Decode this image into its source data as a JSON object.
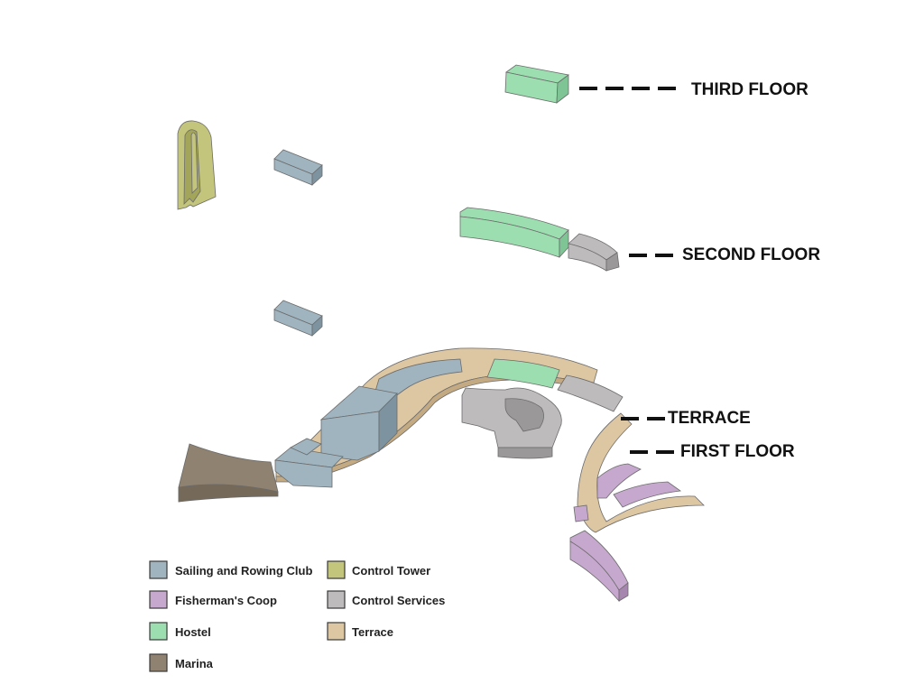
{
  "floor_labels": {
    "third": "THIRD FLOOR",
    "second": "SECOND FLOOR",
    "terrace": "TERRACE",
    "first": "FIRST FLOOR"
  },
  "legend": [
    {
      "label": "Sailing and Rowing Club",
      "color": "#9FB4BF"
    },
    {
      "label": "Control Tower",
      "color": "#C3C57C"
    },
    {
      "label": "Fisherman's Coop",
      "color": "#C6A8CE"
    },
    {
      "label": "Control Services",
      "color": "#BEBBBC"
    },
    {
      "label": "Hostel",
      "color": "#9CDEB0"
    },
    {
      "label": "Terrace",
      "color": "#DDC6A2"
    },
    {
      "label": "Marina",
      "color": "#8F8270"
    }
  ],
  "colors": {
    "sailing": "#9FB4BF",
    "sailing_side": "#7D939F",
    "tower": "#C3C57C",
    "tower_side": "#A3A65A",
    "coop": "#C6A8CE",
    "coop_side": "#A685AE",
    "services": "#BEBBBC",
    "services_side": "#9B9899",
    "hostel": "#9CDEB0",
    "hostel_side": "#7FC495",
    "terrace": "#DDC6A2",
    "terrace_side": "#C4AA82",
    "marina": "#8F8270",
    "marina_side": "#75695A"
  }
}
